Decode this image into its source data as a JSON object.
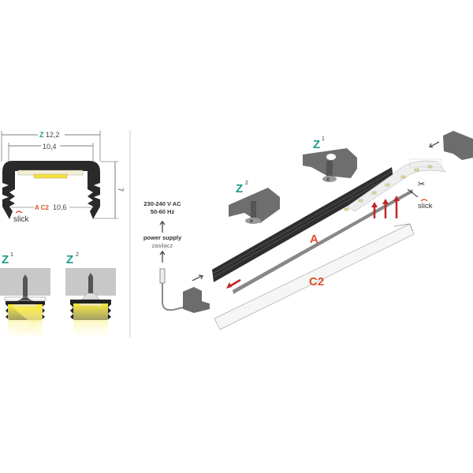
{
  "cross_section": {
    "outer_label_letter": "Z",
    "outer_width": "12,2",
    "inner_width": "10,4",
    "height": "7",
    "bottom_label_letters": "A C2",
    "bottom_width": "10,6",
    "brand": "slick"
  },
  "mounting": {
    "z1_letter": "Z",
    "z1_sup": "1",
    "z2_letter": "Z",
    "z2_sup": "2"
  },
  "assembly": {
    "voltage": "230-240 V AC",
    "frequency": "50-60 Hz",
    "power_supply_en": "power supply",
    "power_supply_pl": "zasilacz",
    "profile_label": "A",
    "cover_label": "C2",
    "z1_letter": "Z",
    "z1_sup": "1",
    "z2_letter": "Z",
    "z2_sup": "2",
    "brand": "slick"
  },
  "colors": {
    "teal": "#1f9a86",
    "orange": "#e0502a",
    "profile": "#2e2e2e",
    "arrow_red": "#c0252a",
    "led_yellow": "#f7e53a"
  }
}
